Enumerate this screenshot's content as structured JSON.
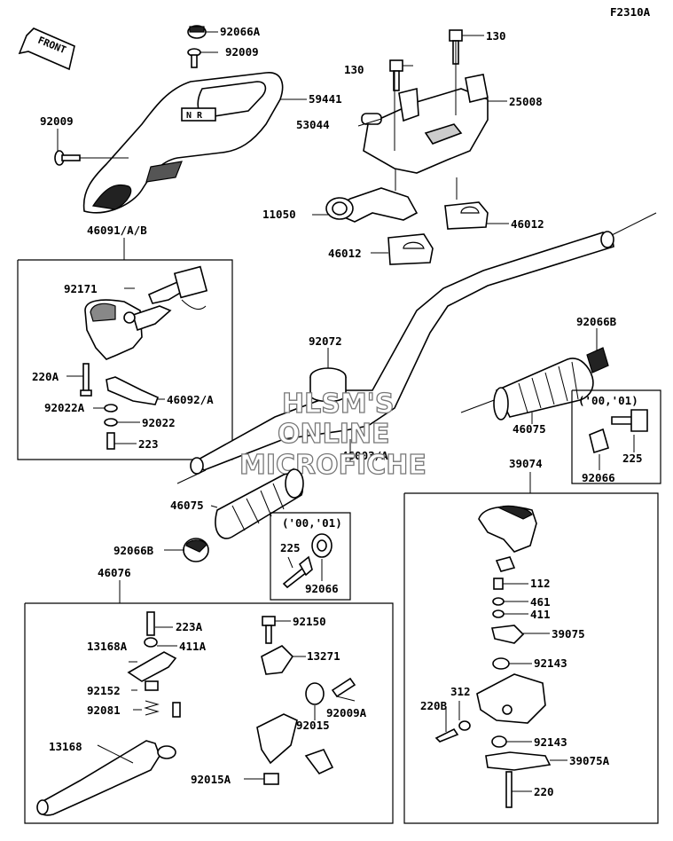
{
  "figure_code": "F2310A",
  "front_arrow": "FRONT",
  "watermark": [
    "HLSM'S",
    "ONLINE",
    "MICROFICHE"
  ],
  "callouts": {
    "p92066A": "92066A",
    "p92009_top": "92009",
    "p59441": "59441",
    "p92009_left": "92009",
    "p130_a": "130",
    "p130_b": "130",
    "p25008": "25008",
    "p53044": "53044",
    "p11050": "11050",
    "p46012_a": "46012",
    "p46012_b": "46012",
    "p46091": "46091/A/B",
    "p92171": "92171",
    "p220A": "220A",
    "p46092": "46092/A",
    "p92022A": "92022A",
    "p92022": "92022",
    "p223": "223",
    "p92072": "92072",
    "p46003": "46003/A",
    "p92066B_r": "92066B",
    "p46075_r": "46075",
    "p00_01_r": "('00,'01)",
    "p225_r": "225",
    "p92066_r": "92066",
    "p46075_l": "46075",
    "p92066B_l": "92066B",
    "p00_01_l": "('00,'01)",
    "p225_l": "225",
    "p92066_l": "92066",
    "p46076": "46076",
    "p223A": "223A",
    "p13168A": "13168A",
    "p411A": "411A",
    "p92152": "92152",
    "p92081": "92081",
    "p13168": "13168",
    "p92150": "92150",
    "p13271": "13271",
    "p92009A": "92009A",
    "p92015": "92015",
    "p92015A": "92015A",
    "p39074": "39074",
    "p112": "112",
    "p461": "461",
    "p411": "411",
    "p39075": "39075",
    "p92143_a": "92143",
    "p220B": "220B",
    "p312": "312",
    "p92143_b": "92143",
    "p39075A": "39075A",
    "p220": "220"
  }
}
